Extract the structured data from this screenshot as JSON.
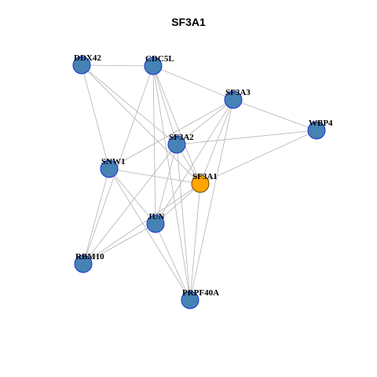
{
  "title": "SF3A1",
  "colors": {
    "node": "#4682B4",
    "node_stroke": "#1a2fd6",
    "center": "#FFA500",
    "center_stroke": "#6b4a00",
    "edge": "#b3b3b3"
  },
  "nodes": [
    {
      "id": "DDX42",
      "label": "DDX42"
    },
    {
      "id": "CDC5L",
      "label": "CDC5L"
    },
    {
      "id": "SF3A3",
      "label": "SF3A3"
    },
    {
      "id": "WBP4",
      "label": "WBP4"
    },
    {
      "id": "SF3A2",
      "label": "SF3A2"
    },
    {
      "id": "SNW1",
      "label": "SNW1"
    },
    {
      "id": "SF3A1",
      "label": "SF3A1",
      "center": true
    },
    {
      "id": "JUN",
      "label": "JUN"
    },
    {
      "id": "RBM10",
      "label": "RBM10"
    },
    {
      "id": "PRPF40A",
      "label": "PRPF40A"
    }
  ],
  "edges": [
    [
      "DDX42",
      "CDC5L"
    ],
    [
      "DDX42",
      "SNW1"
    ],
    [
      "DDX42",
      "SF3A2"
    ],
    [
      "DDX42",
      "SF3A1"
    ],
    [
      "CDC5L",
      "SF3A3"
    ],
    [
      "CDC5L",
      "SF3A2"
    ],
    [
      "CDC5L",
      "SF3A1"
    ],
    [
      "CDC5L",
      "JUN"
    ],
    [
      "CDC5L",
      "RBM10"
    ],
    [
      "CDC5L",
      "PRPF40A"
    ],
    [
      "SF3A3",
      "WBP4"
    ],
    [
      "SF3A3",
      "SF3A2"
    ],
    [
      "SF3A3",
      "SNW1"
    ],
    [
      "SF3A3",
      "SF3A1"
    ],
    [
      "SF3A3",
      "JUN"
    ],
    [
      "SF3A3",
      "PRPF40A"
    ],
    [
      "WBP4",
      "SF3A2"
    ],
    [
      "WBP4",
      "SF3A1"
    ],
    [
      "SF3A2",
      "SF3A1"
    ],
    [
      "SF3A2",
      "JUN"
    ],
    [
      "SF3A2",
      "RBM10"
    ],
    [
      "SF3A2",
      "PRPF40A"
    ],
    [
      "SNW1",
      "SF3A1"
    ],
    [
      "SNW1",
      "JUN"
    ],
    [
      "SNW1",
      "RBM10"
    ],
    [
      "SNW1",
      "PRPF40A"
    ],
    [
      "SF3A1",
      "JUN"
    ],
    [
      "SF3A1",
      "RBM10"
    ],
    [
      "SF3A1",
      "PRPF40A"
    ],
    [
      "JUN",
      "RBM10"
    ],
    [
      "JUN",
      "PRPF40A"
    ]
  ]
}
